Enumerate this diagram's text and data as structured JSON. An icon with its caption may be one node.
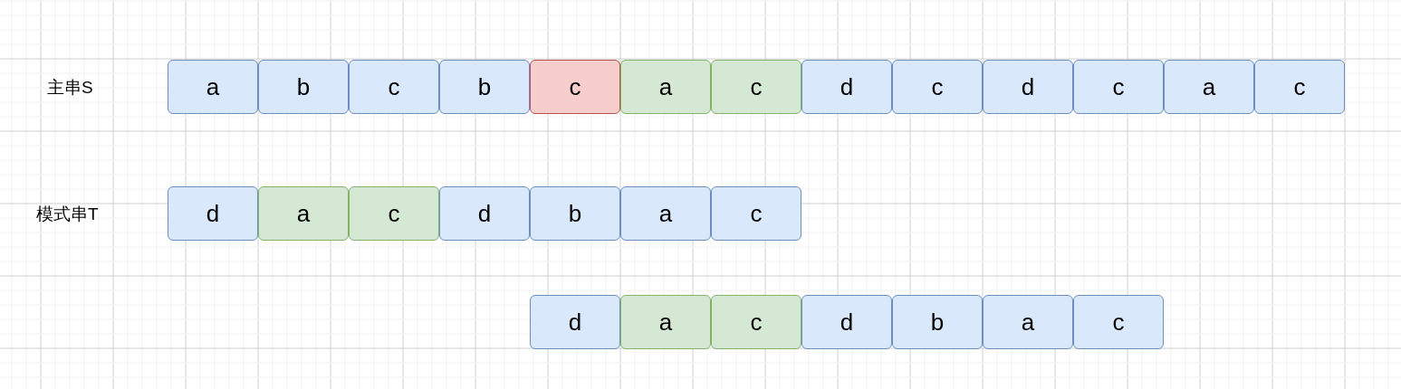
{
  "diagram": {
    "nodes": [
      {
        "text": [
          "a"
        ]
      },
      {
        "text": [
          "b"
        ]
      },
      {
        "text": [
          "c"
        ]
      },
      {
        "text": [
          "b"
        ]
      },
      {
        "text": [
          "c"
        ]
      },
      {
        "text": [
          "a"
        ]
      },
      {
        "text": [
          "c"
        ]
      },
      {
        "text": [
          "d"
        ]
      },
      {
        "text": [
          "c"
        ]
      },
      {
        "text": [
          "d"
        ]
      },
      {
        "text": [
          "c"
        ]
      },
      {
        "text": [
          "a"
        ]
      },
      {
        "text": [
          "c"
        ]
      },
      {
        "text": [
          "d"
        ]
      },
      {
        "text": [
          "a"
        ]
      },
      {
        "text": [
          "c"
        ]
      },
      {
        "text": [
          "d"
        ]
      },
      {
        "text": [
          "b"
        ]
      },
      {
        "text": [
          "a"
        ]
      },
      {
        "text": [
          "c"
        ]
      },
      {
        "text": [
          "d"
        ]
      },
      {
        "text": [
          "a"
        ]
      },
      {
        "text": [
          "c"
        ]
      },
      {
        "text": [
          "d"
        ]
      },
      {
        "text": [
          "b"
        ]
      },
      {
        "text": [
          "a"
        ]
      },
      {
        "text": [
          "c"
        ]
      }
    ],
    "edges": [],
    "labels": [
      "主串S",
      "模式串T"
    ]
  }
}
